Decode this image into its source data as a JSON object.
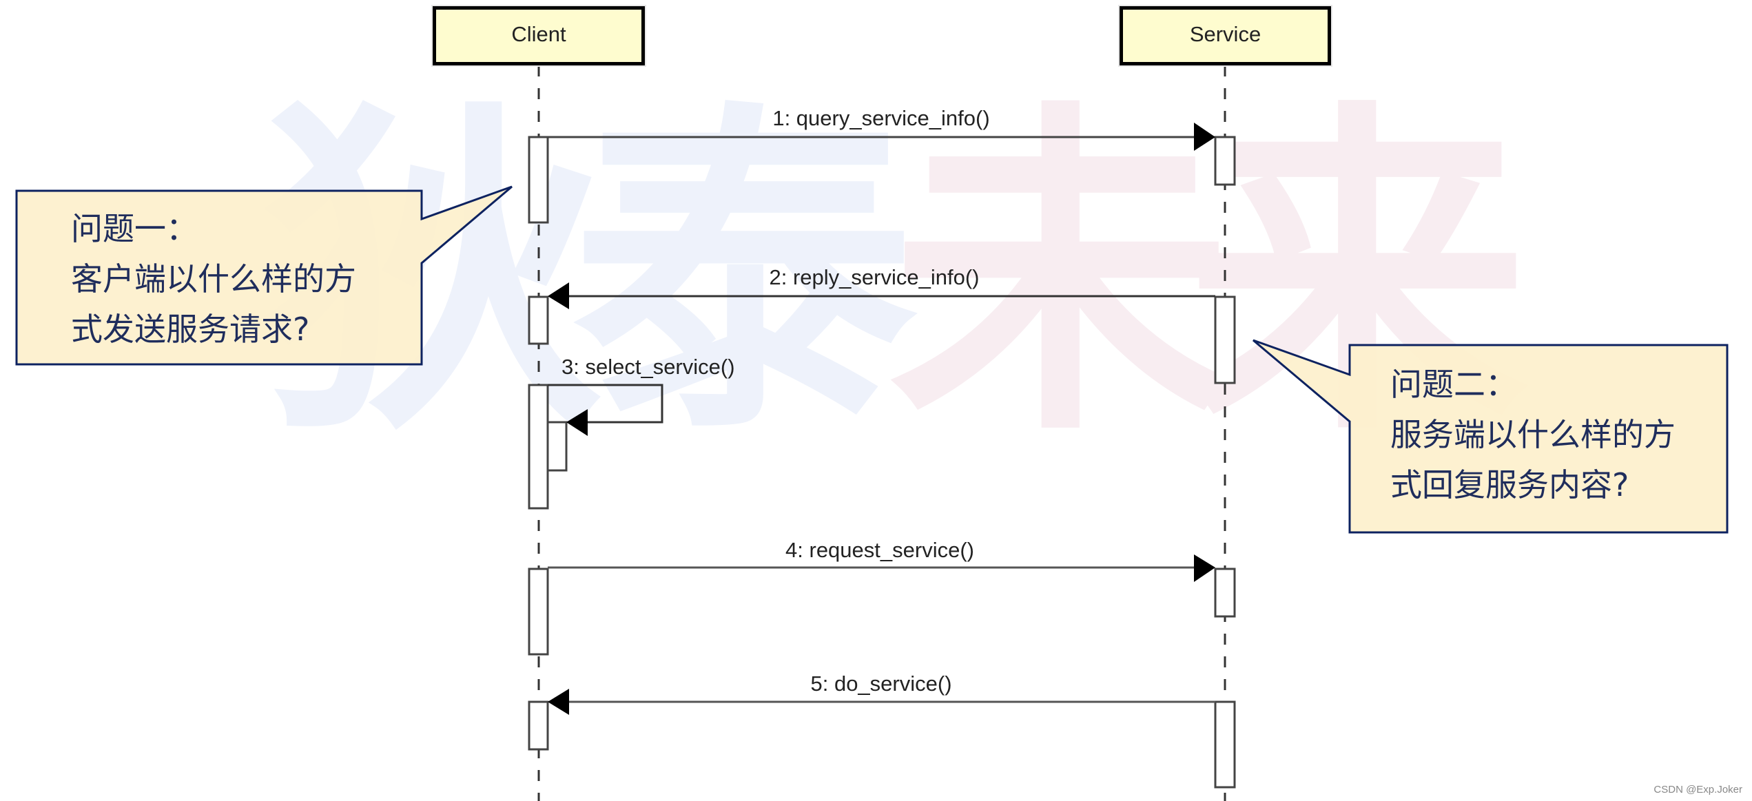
{
  "watermark": {
    "chars": [
      "狄",
      "泰",
      "未",
      "来"
    ],
    "colors": [
      "#eef2fb",
      "#eef2fb",
      "#f8edf1",
      "#f8edf1"
    ]
  },
  "lifelines": [
    {
      "id": "client",
      "label": "Client"
    },
    {
      "id": "service",
      "label": "Service"
    }
  ],
  "messages": [
    {
      "seq": 1,
      "label": "1: query_service_info()",
      "from": "Client",
      "to": "Service"
    },
    {
      "seq": 2,
      "label": "2: reply_service_info()",
      "from": "Service",
      "to": "Client"
    },
    {
      "seq": 3,
      "label": "3: select_service()",
      "from": "Client",
      "to": "Client"
    },
    {
      "seq": 4,
      "label": "4: request_service()",
      "from": "Client",
      "to": "Service"
    },
    {
      "seq": 5,
      "label": "5: do_service()",
      "from": "Service",
      "to": "Client"
    }
  ],
  "callouts": [
    {
      "title": "问题一：",
      "line1": "客户端以什么样的方",
      "line2": "式发送服务请求?",
      "points_to": "Client"
    },
    {
      "title": "问题二：",
      "line1": "服务端以什么样的方",
      "line2": "式回复服务内容?",
      "points_to": "Service"
    }
  ],
  "colors": {
    "lifeline_fill": "#fefccf",
    "callout_fill": "#fdf0cc",
    "callout_border": "#0d2260",
    "callout_text": "#1f2d5c",
    "line": "#444444"
  },
  "credit": "CSDN @Exp.Joker"
}
